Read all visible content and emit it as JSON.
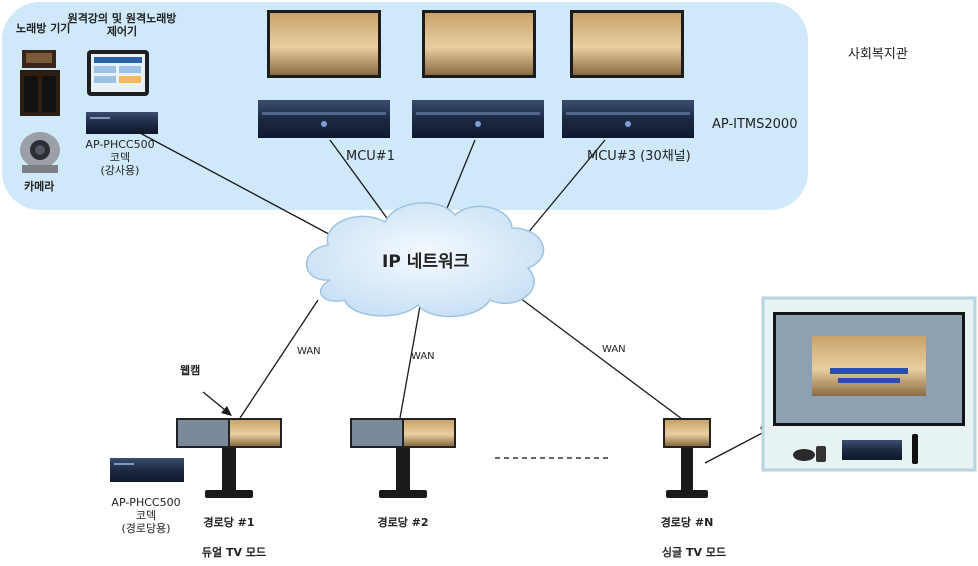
{
  "facility": {
    "name": "사회복지관",
    "device_karaoke": "노래방 기기",
    "controller_title_line1": "원격강의 및 원격노래방",
    "controller_title_line2": "제어기",
    "camera": "카메라",
    "codec_model": "AP-PHCC500",
    "codec_name": "코덱",
    "codec_role": "(강사용)",
    "mcu_model": "AP-ITMS2000",
    "mcu1": "MCU#1",
    "mcu3": "MCU#3 (30채널)"
  },
  "network": {
    "cloud_label": "IP 네트워크",
    "wan1": "WAN",
    "wan2": "WAN",
    "wan3": "WAN"
  },
  "sites": {
    "webcam": "웹캠",
    "codec_model": "AP-PHCC500",
    "codec_name": "코덱",
    "codec_role": "(경로당용)",
    "site1": "경로당 #1",
    "site2": "경로당 #2",
    "siten": "경로당 #N",
    "dual_mode": "듀얼 TV 모드",
    "single_mode": "싱글 TV 모드"
  },
  "colors": {
    "facility_bg": "#cfe9fa",
    "cloud_fill": "#dceefb",
    "device_dark": "#1d2a44",
    "frame": "#b6d6df"
  }
}
